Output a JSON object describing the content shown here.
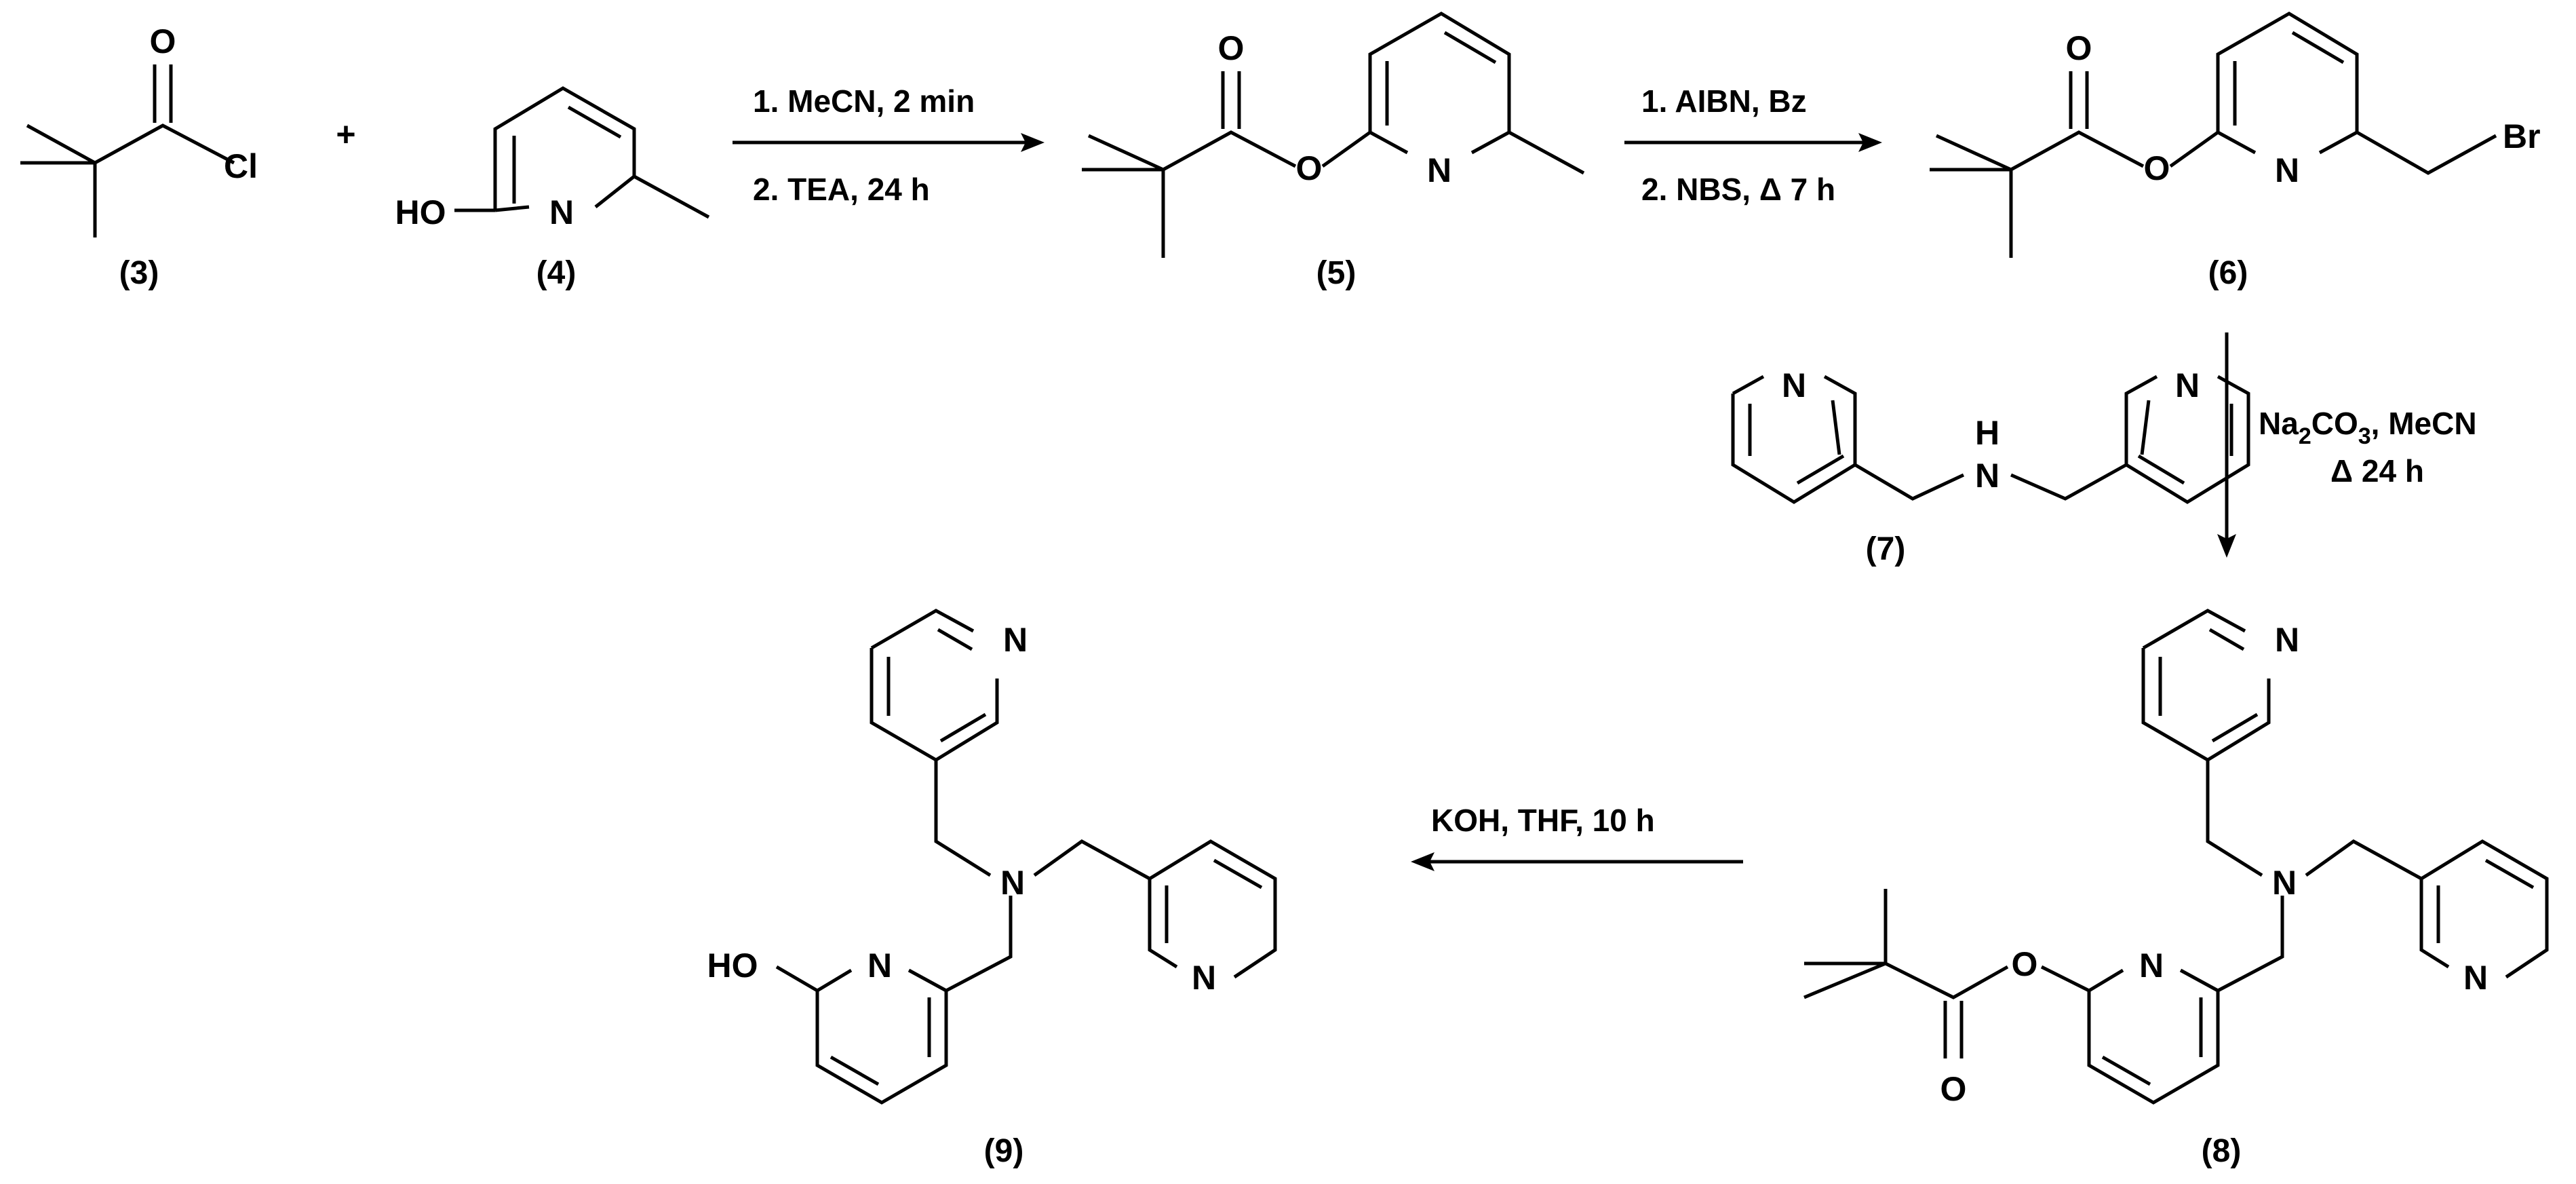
{
  "reagents": {
    "plus": "+"
  },
  "conditions": {
    "step1": {
      "line1": "1. MeCN, 2 min",
      "line2": "2. TEA, 24 h"
    },
    "step2": {
      "line1": "1. AIBN, Bz",
      "line2": "2. NBS, Δ 7 h"
    },
    "step3": {
      "line1_prefix": "Na",
      "line1_sub2": "2",
      "line1_mid": "CO",
      "line1_sub3": "3",
      "line1_suffix": ", MeCN",
      "line2": "Δ 24 h"
    },
    "step4": {
      "line1": "KOH,  THF, 10 h"
    }
  },
  "compounds": {
    "c3": "(3)",
    "c4": "(4)",
    "c5": "(5)",
    "c6": "(6)",
    "c7": "(7)",
    "c8": "(8)",
    "c9": "(9)"
  },
  "atoms": {
    "O": "O",
    "Cl": "Cl",
    "N": "N",
    "HO": "HO",
    "Br": "Br",
    "H": "H"
  },
  "colors": {
    "ink": "#000000",
    "background": "#ffffff"
  }
}
